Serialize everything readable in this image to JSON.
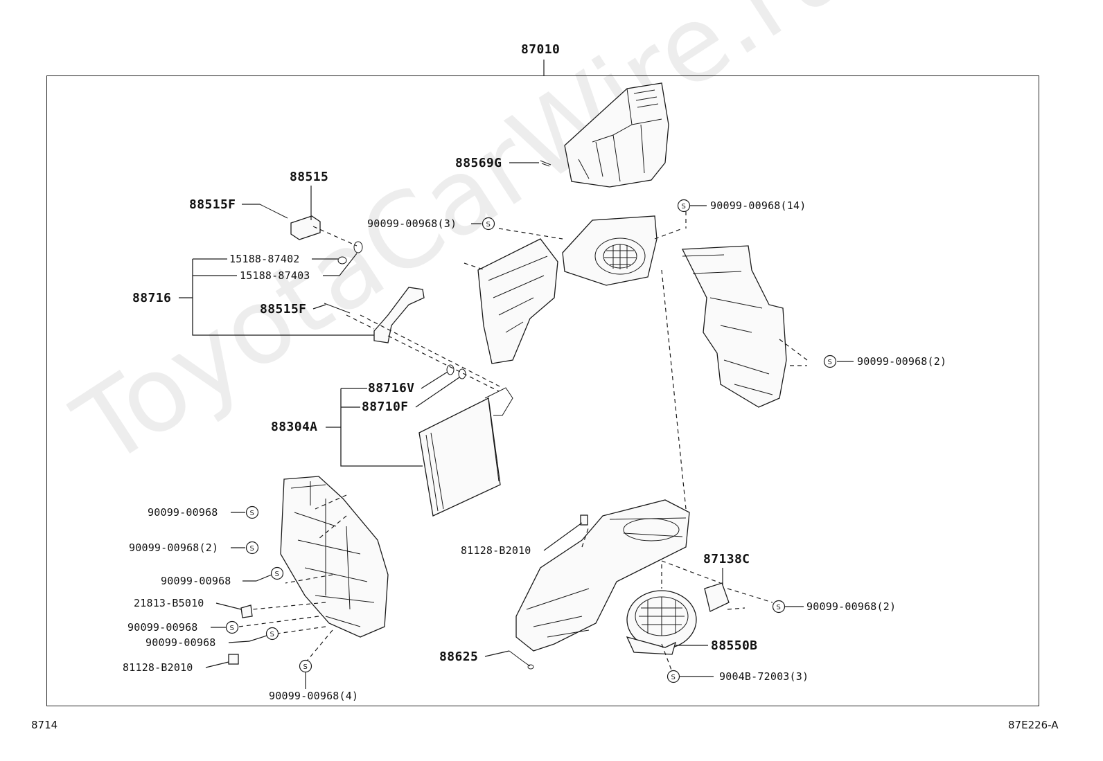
{
  "diagram": {
    "main_assembly": "87010",
    "footer_left": "8714",
    "footer_right": "87E226-A",
    "watermark": "ToyotaCarWire.ru",
    "screw_symbol": "S"
  },
  "callouts": {
    "c_88569g": "88569G",
    "c_88515": "88515",
    "c_88515f_top": "88515F",
    "c_15188_87402": "15188-87402",
    "c_15188_87403": "15188-87403",
    "c_88716": "88716",
    "c_88515f_mid": "88515F",
    "c_88716v": "88716V",
    "c_88710f": "88710F",
    "c_88304a": "88304A",
    "c_90099_3": "90099-00968(3)",
    "c_90099_14": "90099-00968(14)",
    "c_90099_2_right": "90099-00968(2)",
    "c_90099_a": "90099-00968",
    "c_90099_2_left": "90099-00968(2)",
    "c_90099_b": "90099-00968",
    "c_21813": "21813-B5010",
    "c_90099_c": "90099-00968",
    "c_90099_d": "90099-00968",
    "c_81128_left": "81128-B2010",
    "c_90099_4": "90099-00968(4)",
    "c_81128_mid": "81128-B2010",
    "c_87138c": "87138C",
    "c_90099_2_lower": "90099-00968(2)",
    "c_88550b": "88550B",
    "c_9004b": "9004B-72003(3)",
    "c_88625": "88625"
  }
}
